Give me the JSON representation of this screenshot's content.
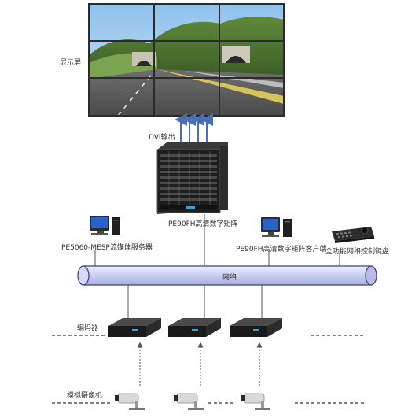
{
  "labels": {
    "display_wall": "显示屏",
    "dvi_output": "DVI输出",
    "matrix": "PE90FH高清数字矩阵",
    "media_server": "PE5060-MESP流媒体服务器",
    "matrix_client": "PE90FH高清数字矩阵客户端",
    "keyboard": "全功能网络控制键盘",
    "network": "网络",
    "encoder": "编码器",
    "camera": "模拟摄像机"
  },
  "colors": {
    "bus_fill": "#d9d9f5",
    "bus_stroke": "#3a3a7a",
    "line": "#555555",
    "arrow": "#4a6fb5"
  }
}
